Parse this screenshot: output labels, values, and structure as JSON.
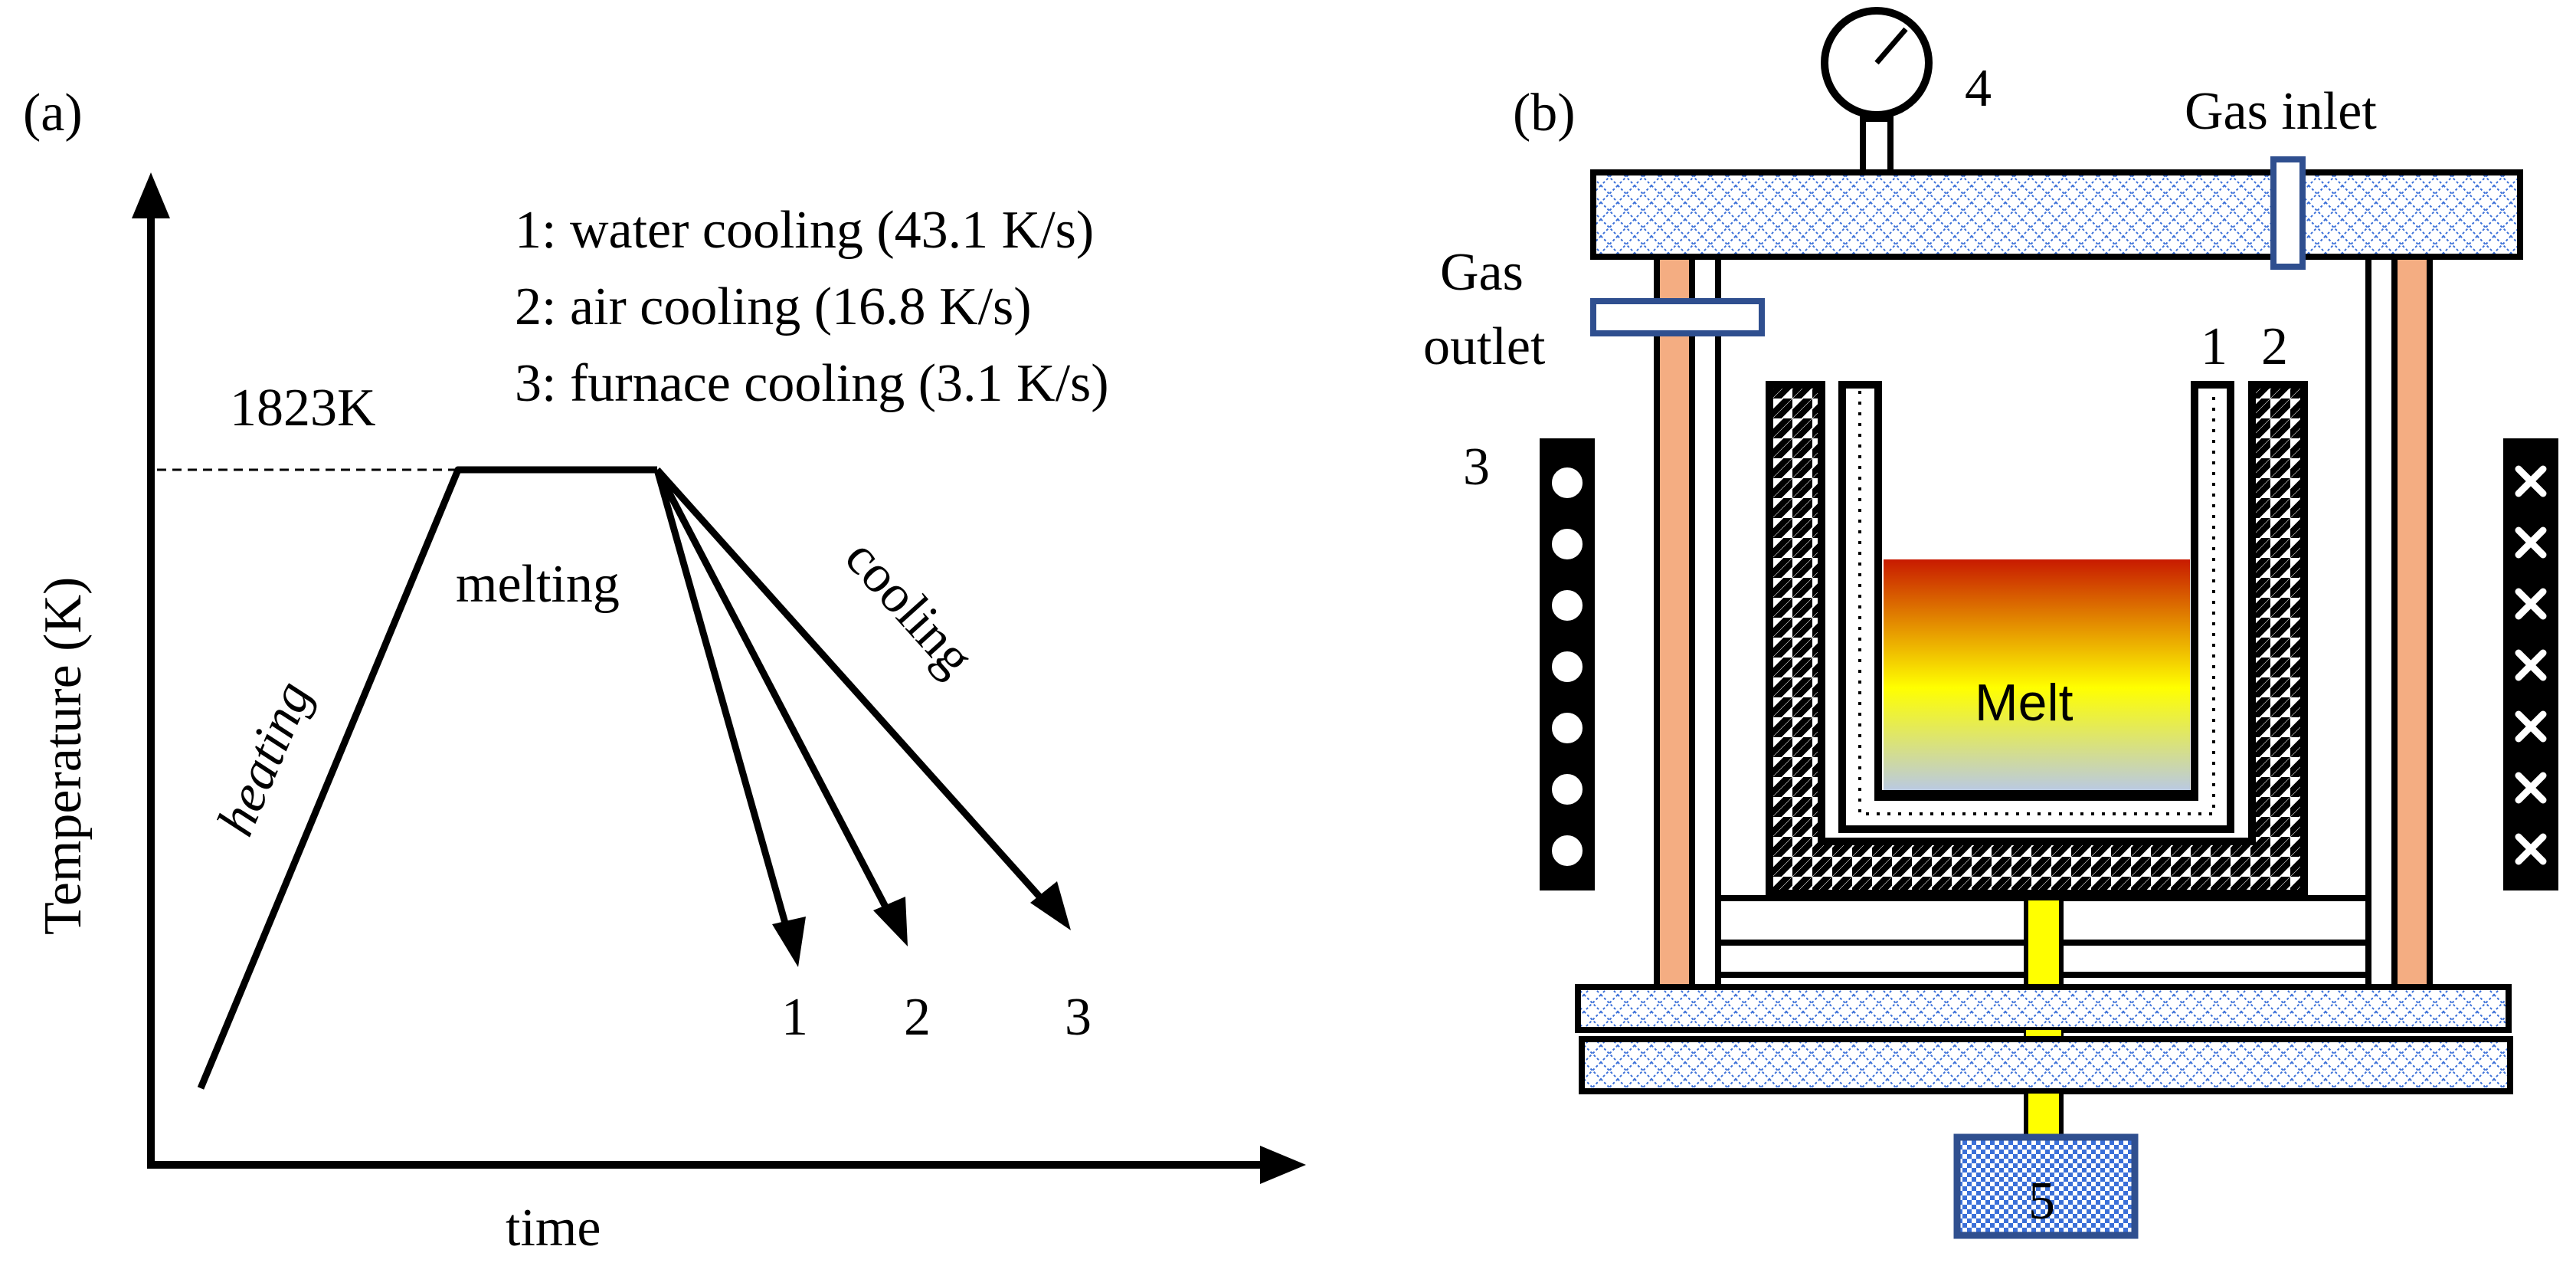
{
  "panel_a": {
    "label": "(a)",
    "y_axis_label": "Temperature (K)",
    "x_axis_label": "time",
    "temperature_label": "1823K",
    "stage_heating": "heating",
    "stage_melting": "melting",
    "stage_cooling": "cooling",
    "legend": [
      "1: water cooling (43.1 K/s)",
      "2: air cooling (16.8 K/s)",
      "3: furnace cooling (3.1 K/s)"
    ],
    "curve_numbers": [
      "1",
      "2",
      "3"
    ]
  },
  "panel_b": {
    "label": "(b)",
    "gas_inlet": "Gas inlet",
    "gas_outlet_line1": "Gas",
    "gas_outlet_line2": "outlet",
    "melt": "Melt",
    "numbers": {
      "crucible_inner": "1",
      "crucible_outer": "2",
      "coil": "3",
      "gauge": "4",
      "base": "5"
    }
  },
  "colors": {
    "insulation_hatch": "#3a6fd8",
    "panel_outline": "#2f4f8f",
    "side_post": "#f4ad82",
    "rod": "#ffff00",
    "melt_top": "#c81a00",
    "melt_mid": "#ffff00",
    "melt_bottom": "#b8c8e8"
  }
}
